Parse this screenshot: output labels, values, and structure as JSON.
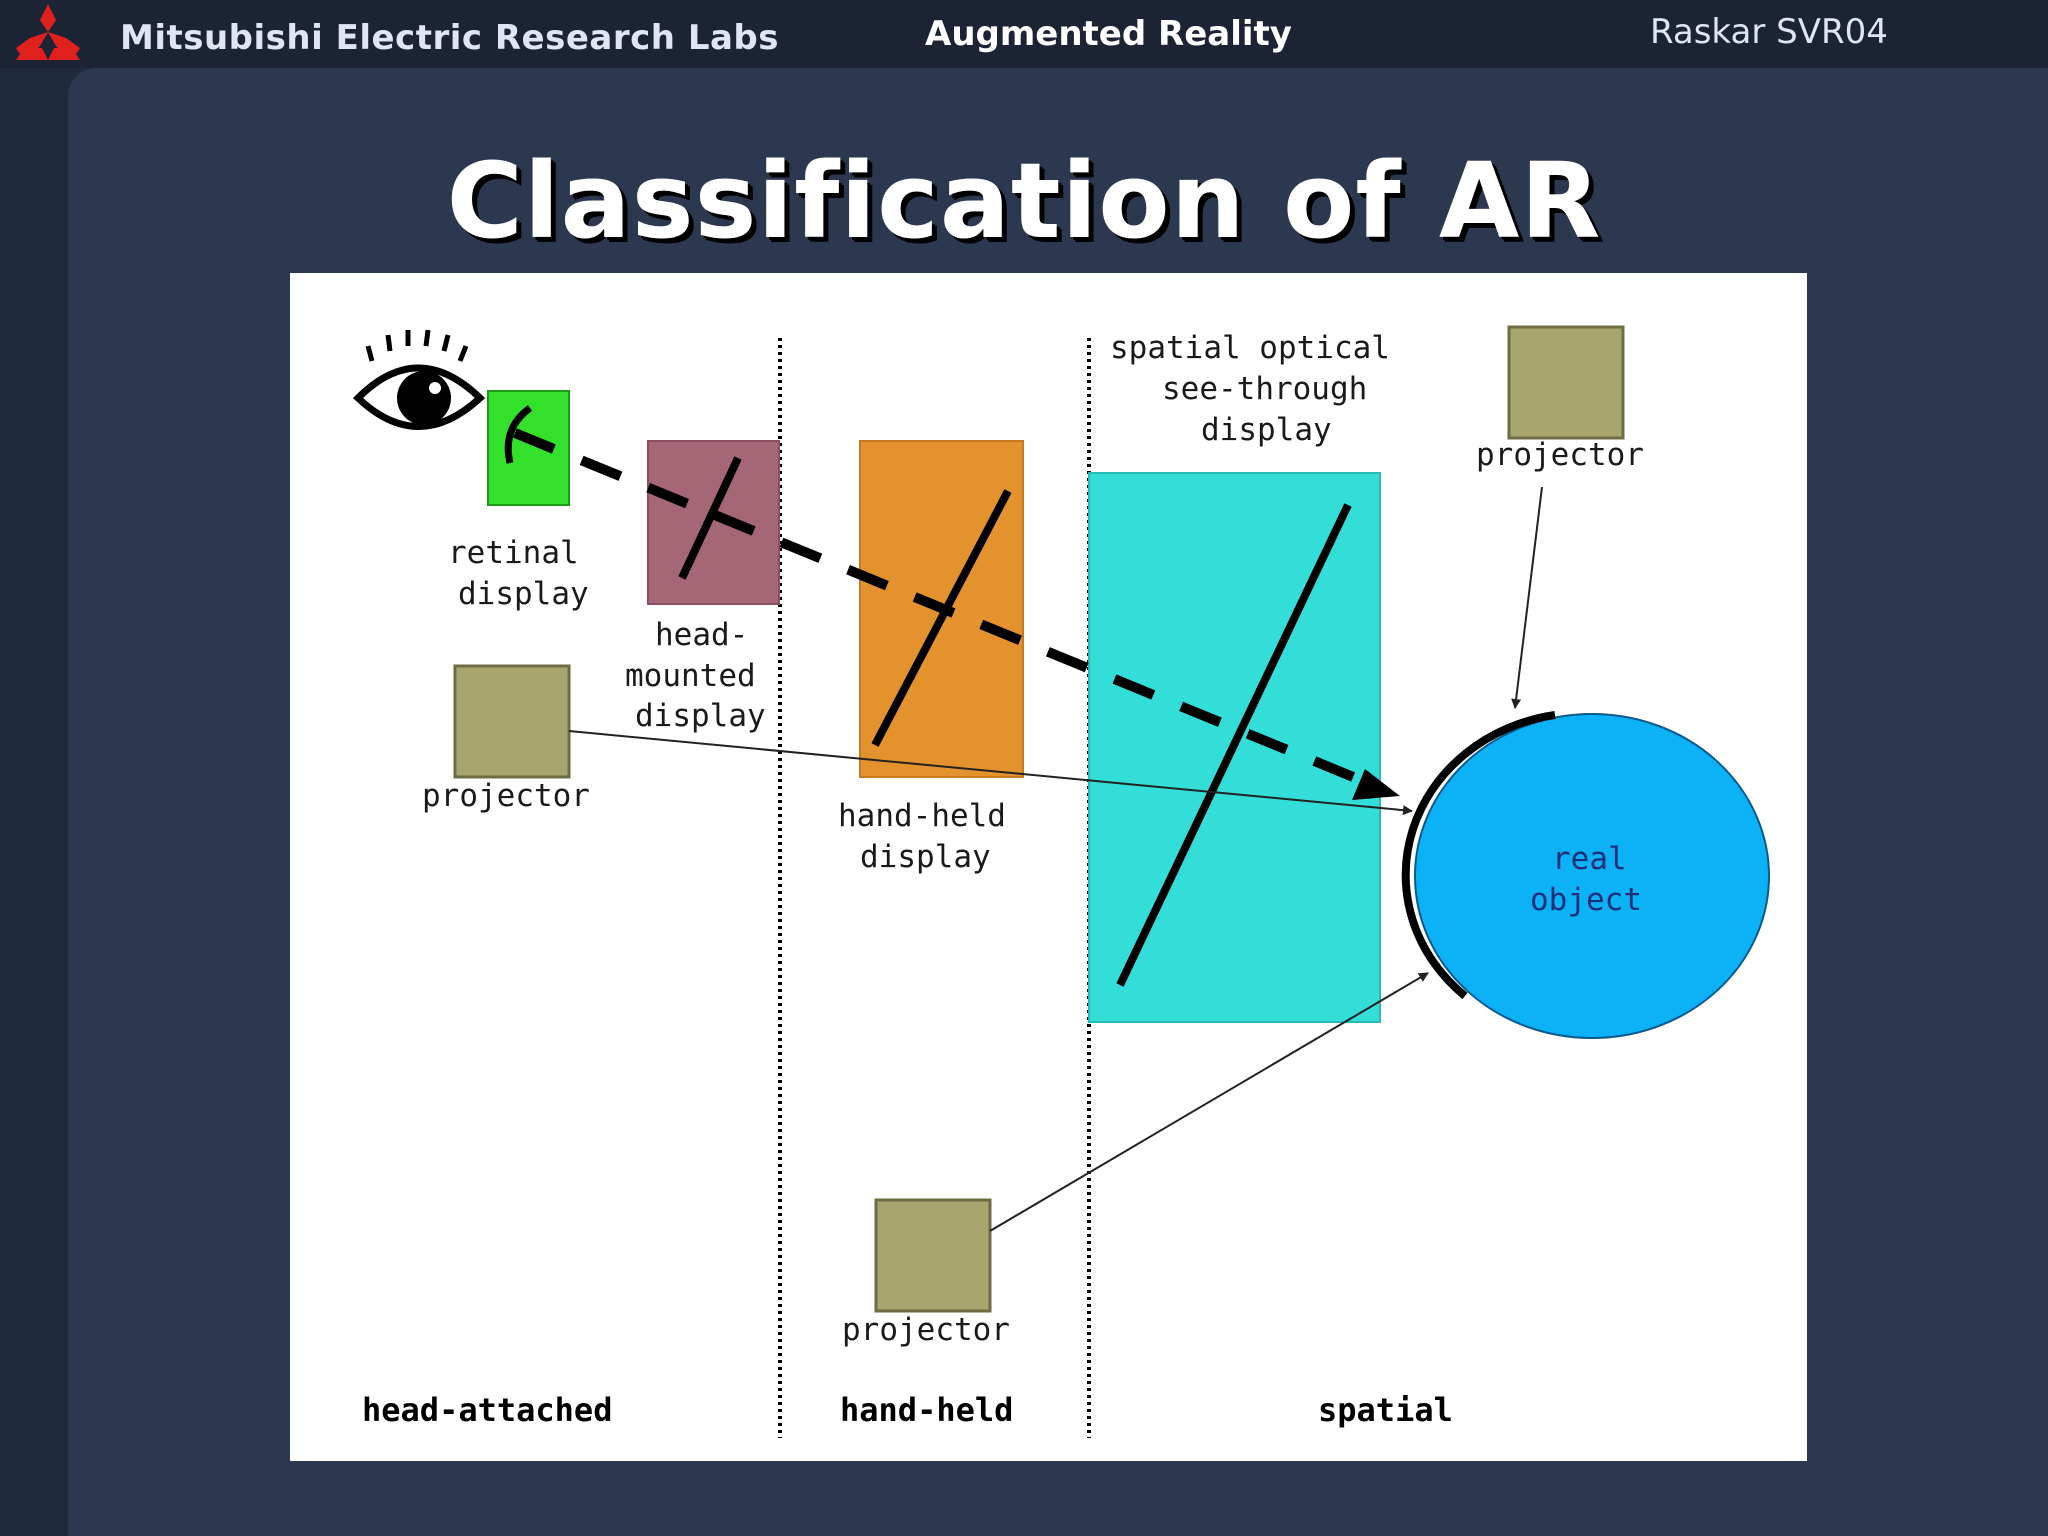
{
  "header": {
    "org": "Mitsubishi Electric Research Labs",
    "topic": "Augmented Reality",
    "author": "Raskar SVR04",
    "logo_color": "#e0201c"
  },
  "slide": {
    "title": "Classification of AR"
  },
  "diagram": {
    "labels": {
      "retinal_1": "retinal",
      "retinal_2": "display",
      "hmd_1": "head-",
      "hmd_2": "mounted",
      "hmd_3": "display",
      "projector_head": "projector",
      "handheld_1": "hand-held",
      "handheld_2": "display",
      "spatial_1": "spatial optical",
      "spatial_2": "see-through",
      "spatial_3": "display",
      "projector_top": "projector",
      "projector_bottom": "projector",
      "real_1": "real",
      "real_2": "object"
    },
    "sections": {
      "head": "head-attached",
      "hand": "hand-held",
      "spatial": "spatial"
    },
    "colors": {
      "retinal": "#33e02a",
      "hmd": "#a56676",
      "handheld": "#e4922e",
      "spatial": "#33ddd8",
      "projector": "#a8a66e",
      "real_object": "#0cb2f6"
    }
  }
}
